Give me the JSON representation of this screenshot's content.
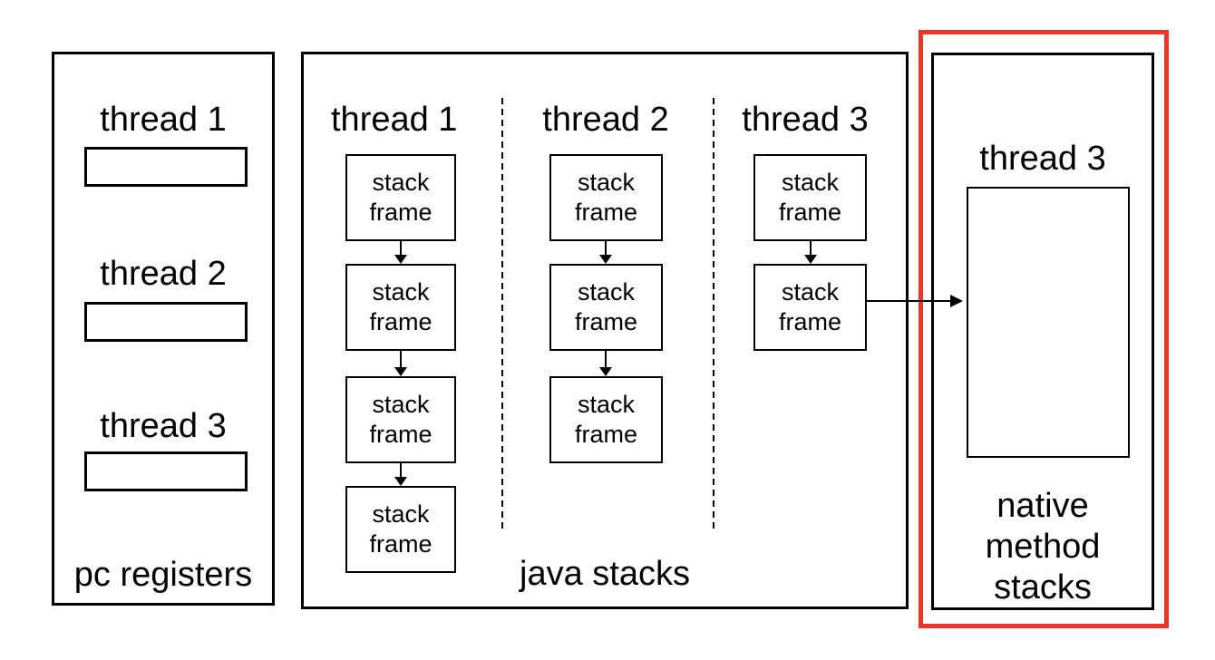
{
  "colors": {
    "background": "#ffffff",
    "line": "#000000",
    "highlight_red": "#e8362a"
  },
  "pc_registers_panel": {
    "caption": "pc registers",
    "threads": [
      {
        "label": "thread 1"
      },
      {
        "label": "thread 2"
      },
      {
        "label": "thread 3"
      }
    ]
  },
  "java_stacks_panel": {
    "caption": "java stacks",
    "frame_word_top": "stack",
    "frame_word_bottom": "frame",
    "threads": [
      {
        "label": "thread 1",
        "frame_count": 4
      },
      {
        "label": "thread 2",
        "frame_count": 3
      },
      {
        "label": "thread 3",
        "frame_count": 2
      }
    ]
  },
  "native_method_stacks_panel": {
    "caption": "native method stacks",
    "thread_label": "thread 3",
    "highlighted": true
  }
}
